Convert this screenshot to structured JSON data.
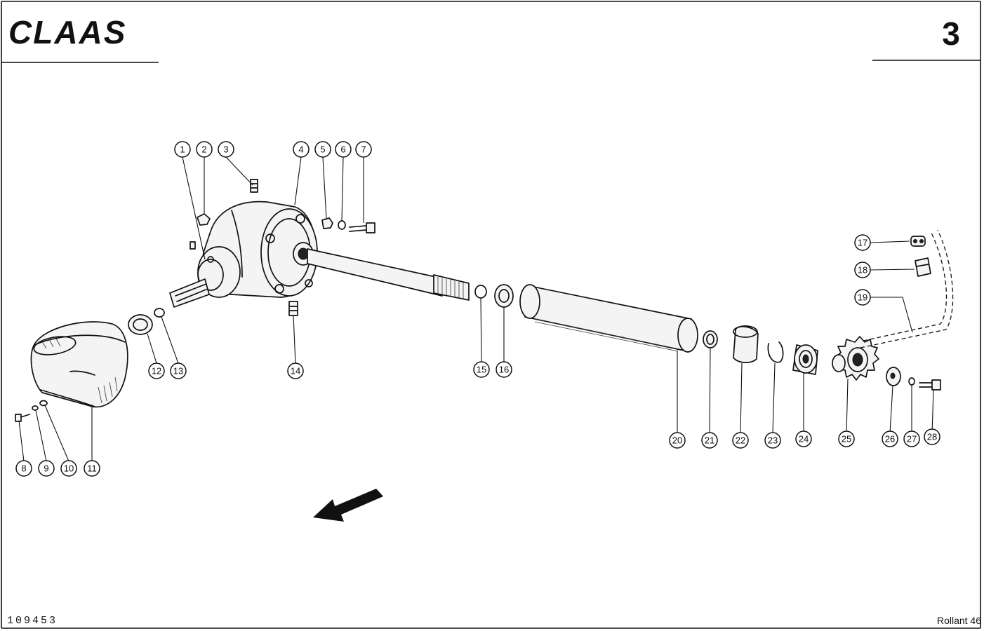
{
  "header": {
    "brand": "CLAAS",
    "page_number": "3"
  },
  "footer": {
    "drawing_number": "109453",
    "model": "Rollant 46"
  },
  "callouts": [
    {
      "num": "1"
    },
    {
      "num": "2"
    },
    {
      "num": "3"
    },
    {
      "num": "4"
    },
    {
      "num": "5"
    },
    {
      "num": "6"
    },
    {
      "num": "7"
    },
    {
      "num": "8"
    },
    {
      "num": "9"
    },
    {
      "num": "10"
    },
    {
      "num": "11"
    },
    {
      "num": "12"
    },
    {
      "num": "13"
    },
    {
      "num": "14"
    },
    {
      "num": "15"
    },
    {
      "num": "16"
    },
    {
      "num": "17"
    },
    {
      "num": "18"
    },
    {
      "num": "19"
    },
    {
      "num": "20"
    },
    {
      "num": "21"
    },
    {
      "num": "22"
    },
    {
      "num": "23"
    },
    {
      "num": "24"
    },
    {
      "num": "25"
    },
    {
      "num": "26"
    },
    {
      "num": "27"
    },
    {
      "num": "28"
    }
  ],
  "icons": {
    "direction_arrow": "direction-arrow-icon"
  }
}
